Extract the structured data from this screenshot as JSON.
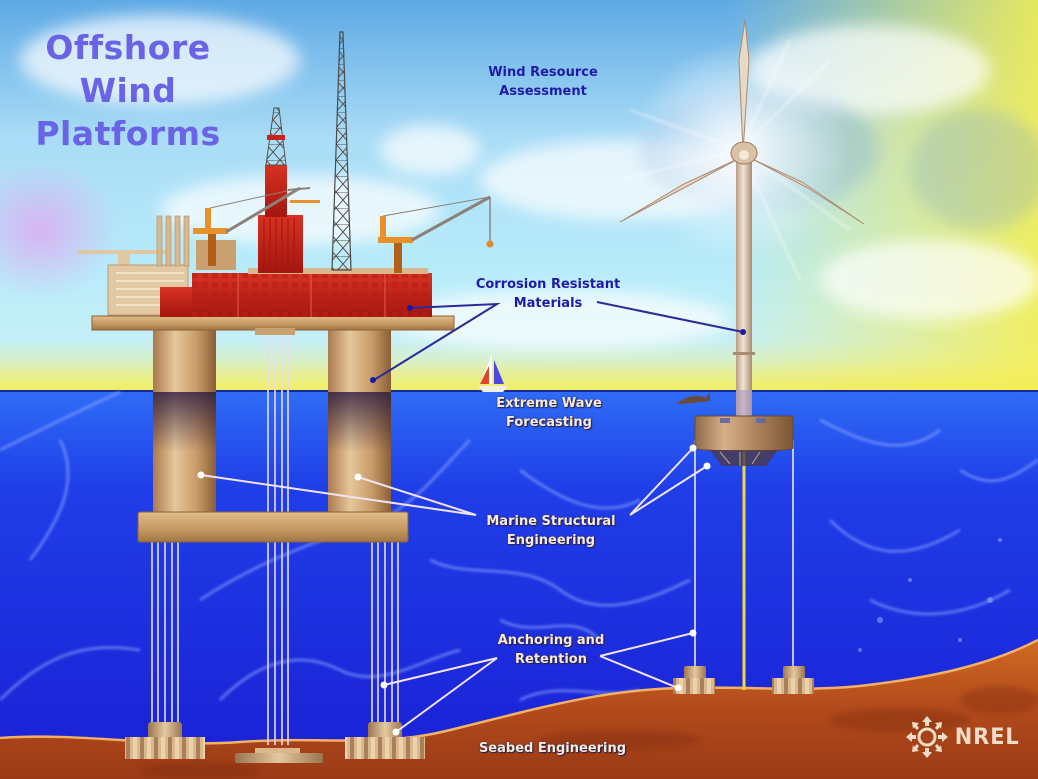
{
  "title": {
    "lines": [
      "Offshore",
      "Wind",
      "Platforms"
    ],
    "color": "#6a63e6"
  },
  "labels": {
    "wind_resource": [
      "Wind Resource",
      "Assessment"
    ],
    "corrosion": [
      "Corrosion Resistant",
      "Materials"
    ],
    "wave": [
      "Extreme Wave",
      "Forecasting"
    ],
    "marine": [
      "Marine Structural",
      "Engineering"
    ],
    "anchoring": [
      "Anchoring and",
      "Retention"
    ],
    "seabed": [
      "Seabed Engineering"
    ]
  },
  "logo": {
    "text": "NREL",
    "icon": "nrel-compass-logo-icon"
  },
  "colors": {
    "sky_top": "#5aa9e6",
    "sky_light": "#cfeefc",
    "horizon_yellow": "#f2ee6a",
    "ocean_surface": "#2a5cf2",
    "ocean_deep": "#1a22d8",
    "seabed": "#b8501e",
    "seabed_edge": "#f0a040",
    "platform_red": "#c8231c",
    "platform_tan": "#c9a070",
    "crane_orange": "#e8902a",
    "turbine": "#d8c2a8",
    "dark_label": "#1f1aa8",
    "light_label": "#f4ecdc"
  },
  "elements": {
    "platform": "semi-submersible oil platform",
    "turbine": "floating offshore wind turbine",
    "boat": "sailboat",
    "dolphin": "dolphin"
  }
}
